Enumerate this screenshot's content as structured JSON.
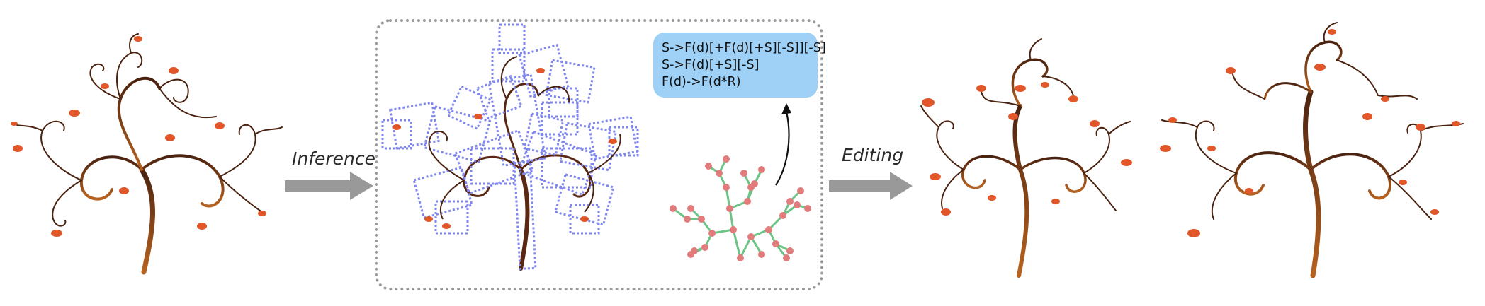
{
  "steps": {
    "inference_label": "Inference",
    "editing_label": "Editing"
  },
  "grammar": {
    "rules": [
      "S->F(d)[+F(d)[+S][-S]][-S]",
      "S->F(d)[+S][-S]",
      "F(d)->F(d*R)"
    ]
  },
  "colors": {
    "trunk": "#6b2e12",
    "branch": "#4a2210",
    "flower": "#e2572a",
    "flower_light": "#f6a15a",
    "bbox": "#7f86ee",
    "graph_node": "#e27b7b",
    "graph_edge": "#6cc486",
    "arrow": "#999999",
    "grammar_bg": "#9fd0f5"
  }
}
